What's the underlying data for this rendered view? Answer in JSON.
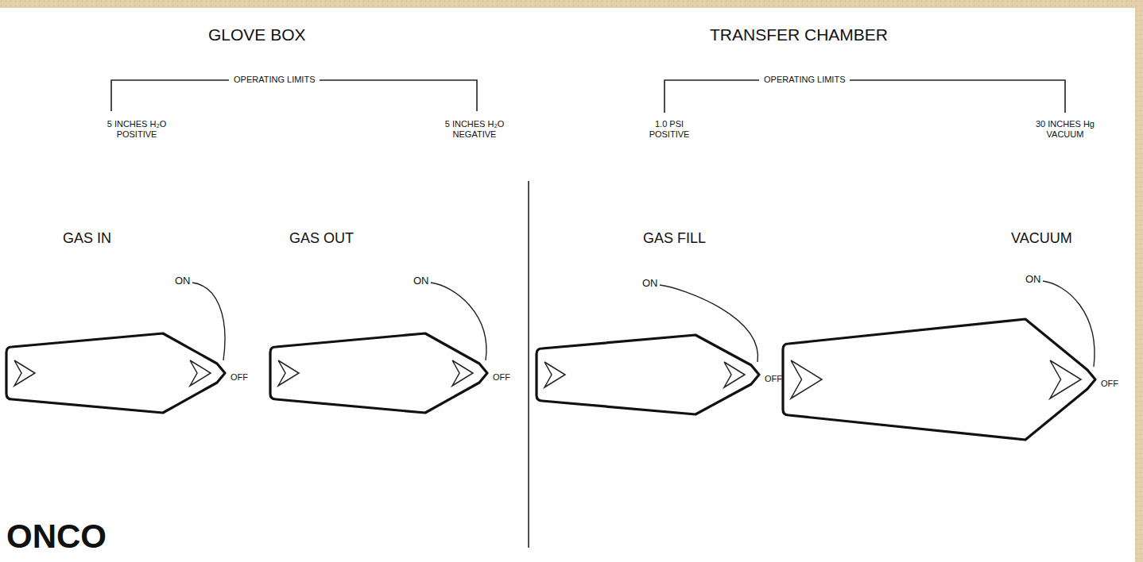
{
  "diagram": {
    "labels": [
      "GLOVE BOX",
      "TRANSFER CHAMBER",
      "OPERATING LIMITS",
      "OPERATING LIMITS",
      "5 INCHES H₂O POSITIVE",
      "5 INCHES H₂O NEGATIVE",
      "1.0 PSI POSITIVE",
      "30 INCHES Hg VACUUM",
      "GAS IN",
      "ON",
      "OFF",
      "GAS OUT",
      "ON",
      "OFF",
      "GAS FILL",
      "ON",
      "OFF",
      "VACUUM",
      "ON",
      "OFF",
      "ONCO"
    ]
  }
}
